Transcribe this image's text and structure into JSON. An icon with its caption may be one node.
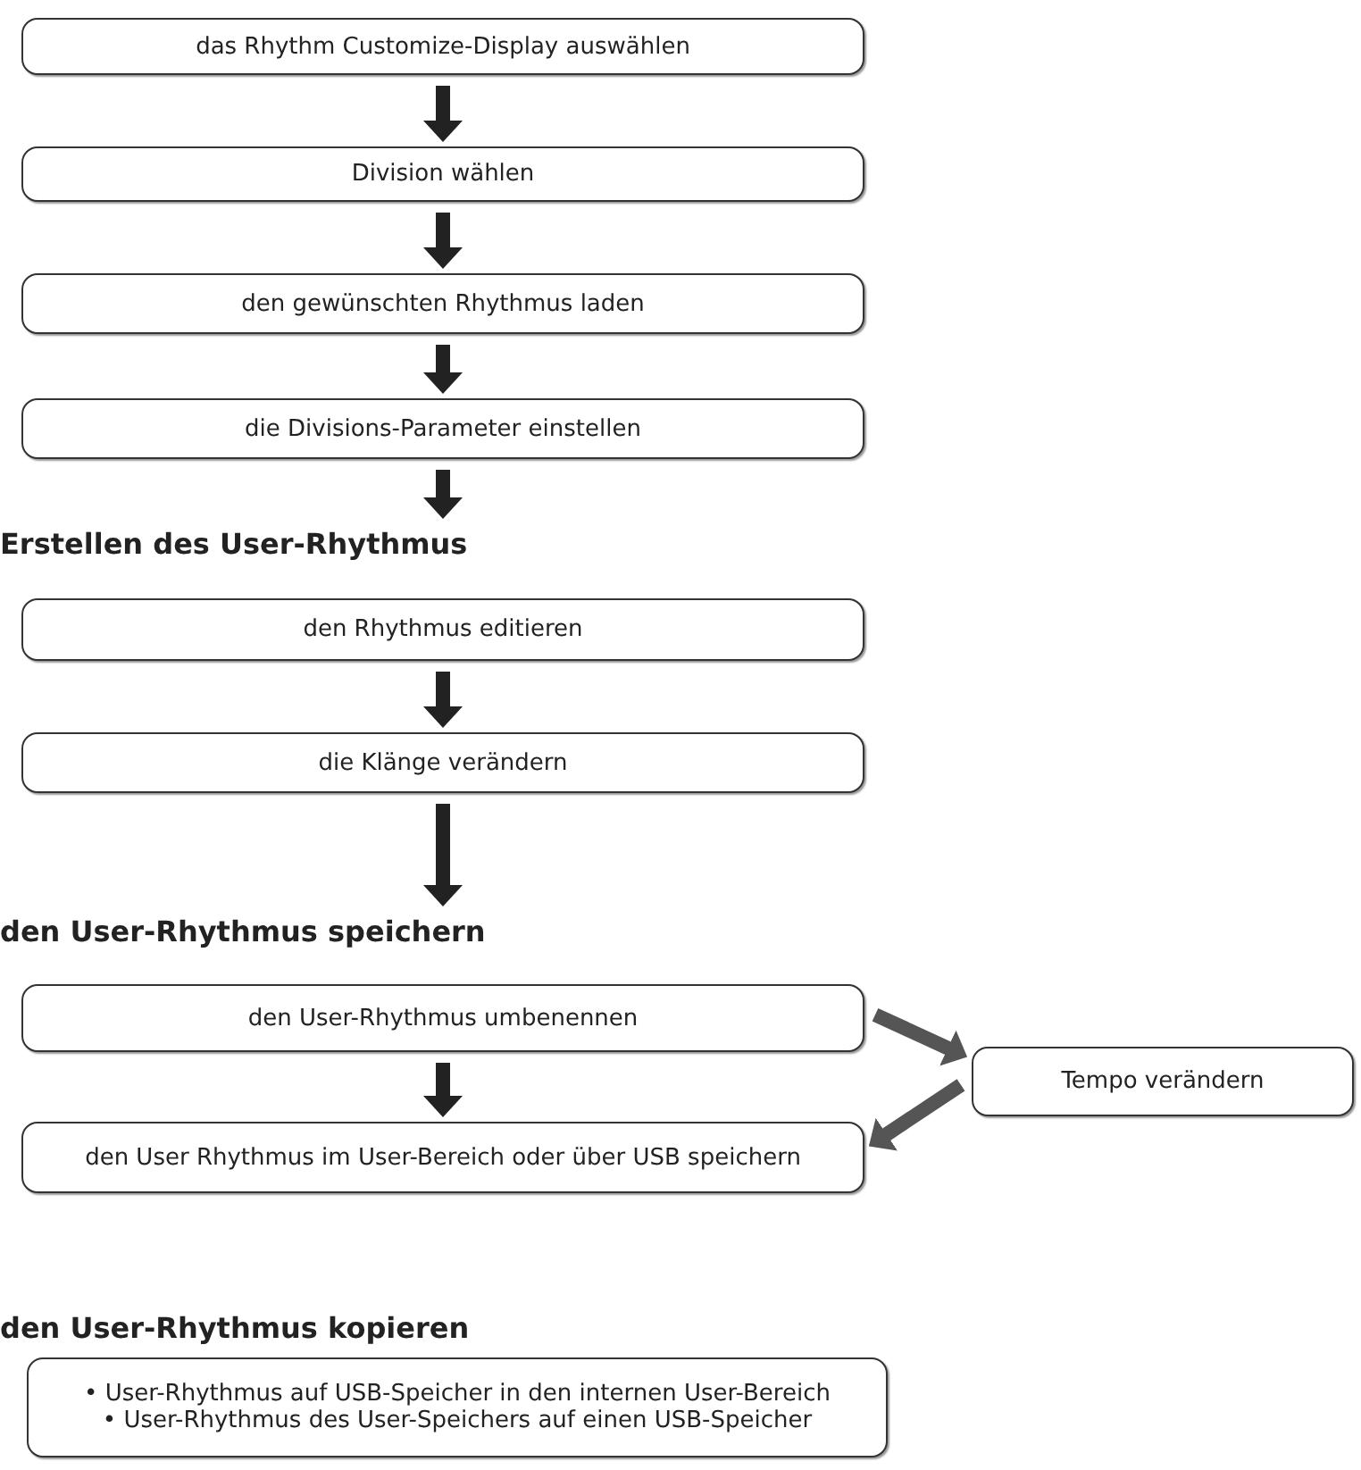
{
  "diagram": {
    "nodes": [
      {
        "text": [
          "das Rhythm Customize-Display auswählen"
        ]
      },
      {
        "text": [
          "Division wählen"
        ]
      },
      {
        "text": [
          "den gewünschten Rhythmus laden"
        ]
      },
      {
        "text": [
          "die Divisions-Parameter einstellen"
        ]
      },
      {
        "text": [
          "Erstellen des User-Rhythmus"
        ]
      },
      {
        "text": [
          "den Rhythmus editieren"
        ]
      },
      {
        "text": [
          "die Klänge verändern"
        ]
      },
      {
        "text": [
          "den User-Rhythmus speichern"
        ]
      },
      {
        "text": [
          "den User-Rhythmus umbenennen"
        ]
      },
      {
        "text": [
          "Tempo verändern"
        ]
      },
      {
        "text": [
          "den User Rhythmus im User-Bereich oder über USB speichern"
        ]
      },
      {
        "text": [
          "den User-Rhythmus kopieren"
        ]
      },
      {
        "text": [
          "• User-Rhythmus auf USB-Speicher in den internen User-Bereich",
          "• User-Rhythmus des User-Speichers auf einen USB-Speicher"
        ]
      }
    ],
    "edges": [
      {
        "from": 0,
        "to": 1,
        "arrow": "to"
      },
      {
        "from": 1,
        "to": 2,
        "arrow": "to"
      },
      {
        "from": 2,
        "to": 3,
        "arrow": "to"
      },
      {
        "from": 3,
        "to": 4,
        "arrow": "to"
      },
      {
        "from": 5,
        "to": 6,
        "arrow": "to"
      },
      {
        "from": 6,
        "to": 7,
        "arrow": "to"
      },
      {
        "from": 8,
        "to": 10,
        "arrow": "to"
      },
      {
        "from": 8,
        "to": 9,
        "arrow": "to",
        "color": "#555555"
      },
      {
        "from": 9,
        "to": 10,
        "arrow": "to",
        "color": "#555555"
      }
    ]
  }
}
